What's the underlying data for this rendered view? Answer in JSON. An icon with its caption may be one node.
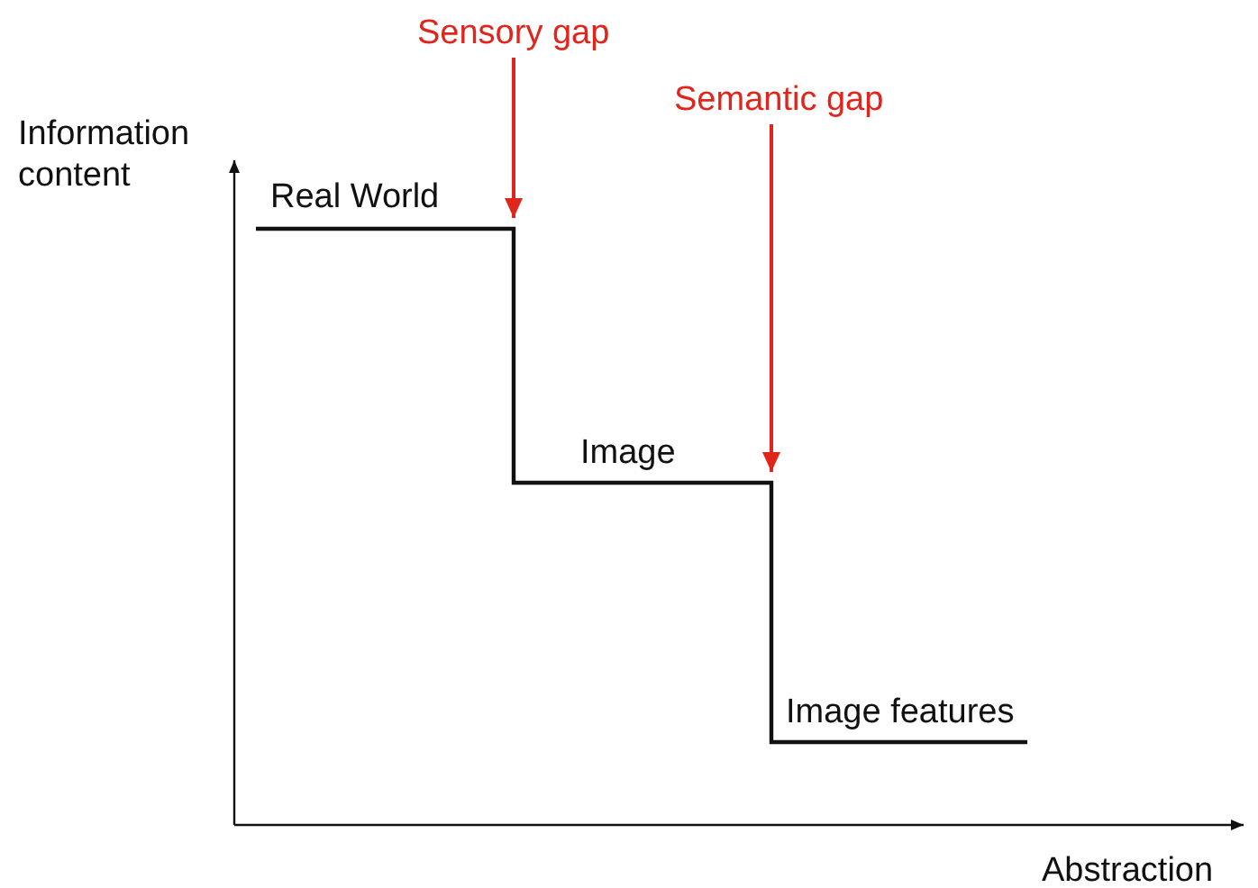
{
  "diagram": {
    "nodes": [
      {
        "text": [
          "Sensory gap"
        ]
      },
      {
        "text": [
          "Semantic gap"
        ]
      }
    ],
    "edges": [
      {
        "from": 0,
        "to": null,
        "arrow": "to"
      },
      {
        "from": 1,
        "to": null,
        "arrow": "to"
      }
    ],
    "labels": [
      "Information content",
      "Real World",
      "Image",
      "Image features",
      "Abstraction"
    ]
  }
}
